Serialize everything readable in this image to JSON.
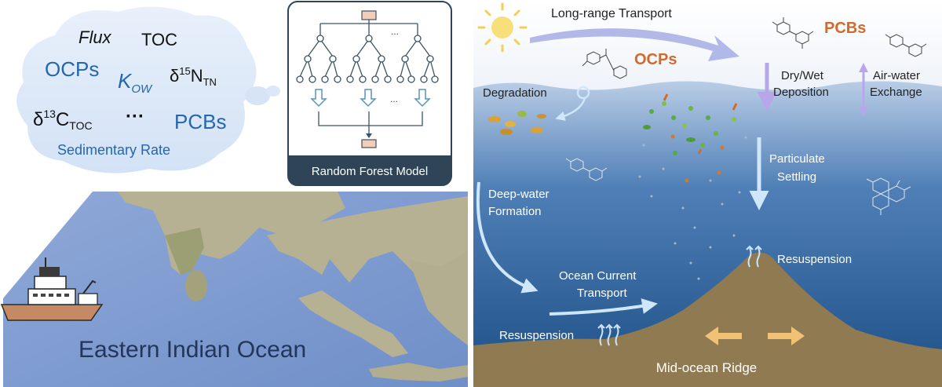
{
  "left_panel": {
    "cloud_terms": {
      "flux": "Flux",
      "toc": "TOC",
      "ocps": "OCPs",
      "kow_main": "K",
      "kow_sub": "OW",
      "d15n_delta": "δ",
      "d15n_sup": "15",
      "d15n_main": "N",
      "d15n_sub": "TN",
      "d13c_delta": "δ",
      "d13c_sup": "13",
      "d13c_main": "C",
      "d13c_sub": "TOC",
      "ellipsis": "···",
      "pcbs": "PCBs",
      "sed_rate": "Sedimentary Rate"
    },
    "model": {
      "title": "Random Forest Model",
      "dots_top": "...",
      "dots_bottom": "..."
    },
    "map": {
      "label": "Eastern Indian Ocean"
    }
  },
  "right_panel": {
    "long_range": "Long-range Transport",
    "ocps": "OCPs",
    "pcbs": "PCBs",
    "degradation": "Degradation",
    "dry_wet_1": "Dry/Wet",
    "dry_wet_2": "Deposition",
    "air_water_1": "Air-water",
    "air_water_2": "Exchange",
    "particulate_1": "Particulate",
    "particulate_2": "Settling",
    "deep_water_1": "Deep-water",
    "deep_water_2": "Formation",
    "ocean_current_1": "Ocean Current",
    "ocean_current_2": "Transport",
    "resuspension_top": "Resuspension",
    "resuspension_bottom": "Resuspension",
    "ridge": "Mid-ocean Ridge"
  },
  "colors": {
    "ocean_top": "#8aaed6",
    "ocean_bottom": "#1c4f86",
    "seafloor": "#8f7a52",
    "accent_orange": "#d3692a",
    "text_blue": "#1f5fa8"
  }
}
